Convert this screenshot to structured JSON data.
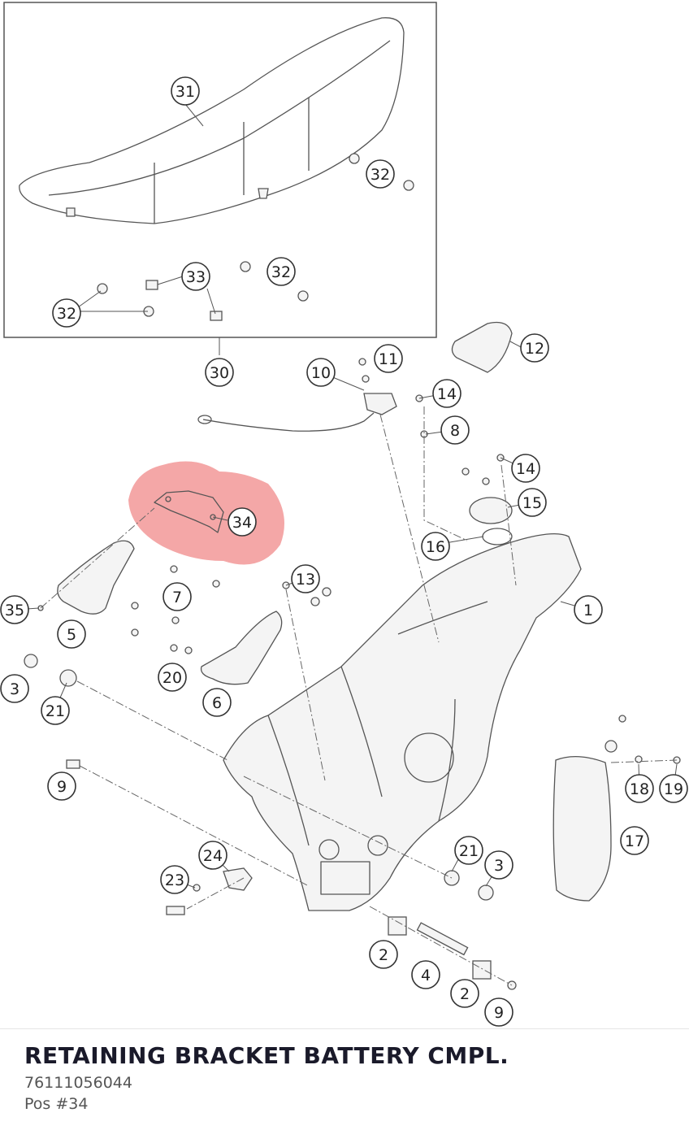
{
  "part": {
    "title": "RETAINING BRACKET BATTERY CMPL.",
    "number": "76111056044",
    "position": "Pos #34"
  },
  "callouts": [
    {
      "label": "31"
    },
    {
      "label": "32"
    },
    {
      "label": "32"
    },
    {
      "label": "33"
    },
    {
      "label": "32"
    },
    {
      "label": "30"
    },
    {
      "label": "10"
    },
    {
      "label": "11"
    },
    {
      "label": "12"
    },
    {
      "label": "14"
    },
    {
      "label": "8"
    },
    {
      "label": "14"
    },
    {
      "label": "15"
    },
    {
      "label": "16"
    },
    {
      "label": "34"
    },
    {
      "label": "13"
    },
    {
      "label": "7"
    },
    {
      "label": "1"
    },
    {
      "label": "35"
    },
    {
      "label": "5"
    },
    {
      "label": "20"
    },
    {
      "label": "3"
    },
    {
      "label": "21"
    },
    {
      "label": "6"
    },
    {
      "label": "9"
    },
    {
      "label": "18"
    },
    {
      "label": "19"
    },
    {
      "label": "17"
    },
    {
      "label": "24"
    },
    {
      "label": "21"
    },
    {
      "label": "3"
    },
    {
      "label": "23"
    },
    {
      "label": "2"
    },
    {
      "label": "4"
    },
    {
      "label": "2"
    },
    {
      "label": "9"
    }
  ],
  "highlight": {
    "color": "#f08a8a",
    "selected_label": "34"
  }
}
